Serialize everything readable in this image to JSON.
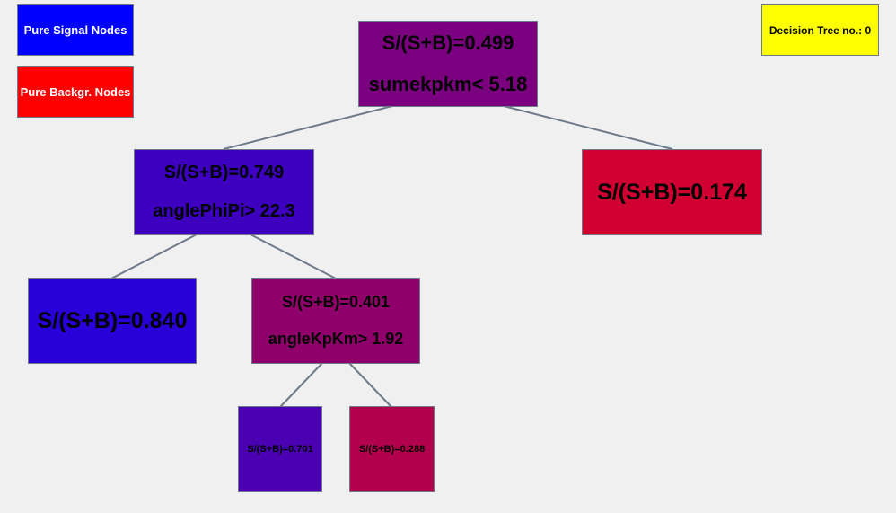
{
  "legend": {
    "signal": {
      "label": "Pure Signal Nodes",
      "color": "#0000ff"
    },
    "background": {
      "label": "Pure Backgr. Nodes",
      "color": "#ff0000"
    }
  },
  "tree_label": "Decision Tree no.: 0",
  "nodes": {
    "root": {
      "purity": "S/(S+B)=0.499",
      "cut": "sumekpkm< 5.18",
      "color": "#7a0080"
    },
    "left": {
      "purity": "S/(S+B)=0.749",
      "cut": "anglePhiPi> 22.3",
      "color": "#3c00be"
    },
    "right": {
      "purity": "S/(S+B)=0.174",
      "color": "#d00030"
    },
    "left_left": {
      "purity": "S/(S+B)=0.840",
      "color": "#2800d8"
    },
    "left_right": {
      "purity": "S/(S+B)=0.401",
      "cut": "angleKpKm> 1.92",
      "color": "#90006a"
    },
    "lr_left": {
      "purity": "S/(S+B)=0.701",
      "color": "#4a00b2"
    },
    "lr_right": {
      "purity": "S/(S+B)=0.288",
      "color": "#b2004c"
    }
  }
}
